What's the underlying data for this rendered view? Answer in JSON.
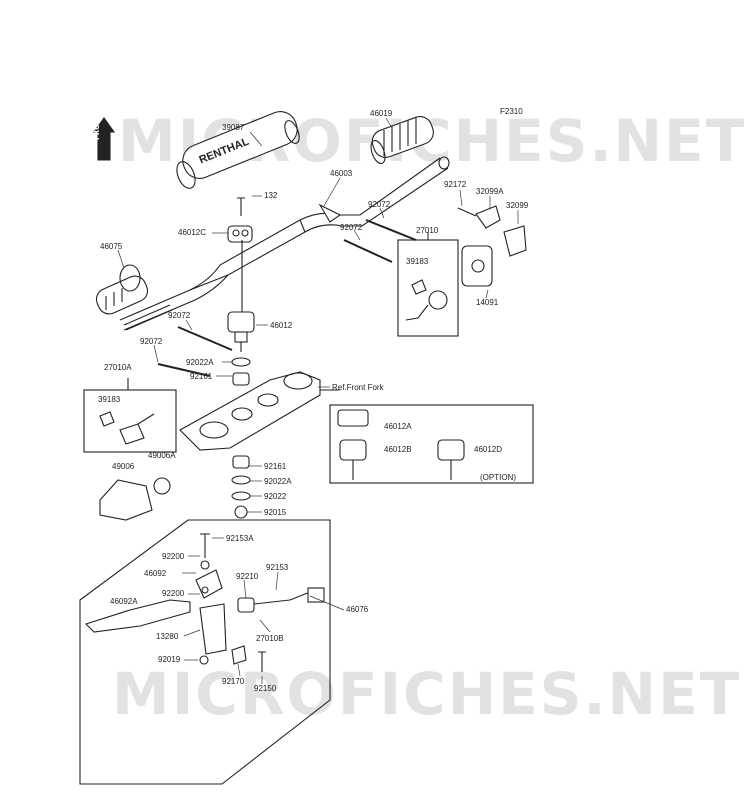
{
  "figure_code": "F2310",
  "watermark_top": "MICROFICHES.NET",
  "watermark_bottom": "MICROFICHES.NET",
  "front_arrow_text": "FRONT",
  "grip_brand": "RENTHAL",
  "ref_note": "Ref.Front Fork",
  "option_note": "(OPTION)",
  "parts": {
    "p39087": "39087",
    "p46019": "46019",
    "p46003": "46003",
    "p132": "132",
    "p46012C": "46012C",
    "p46075": "46075",
    "p92172": "92172",
    "p32099A": "32099A",
    "p32099": "32099",
    "p92072a": "92072",
    "p92072b": "92072",
    "p27010": "27010",
    "p39183a": "39183",
    "p14091": "14091",
    "p92072c": "92072",
    "p46012": "46012",
    "p92072d": "92072",
    "p92022A": "92022A",
    "p92161": "92161",
    "p27010A": "27010A",
    "p39183b": "39183",
    "p46012A": "46012A",
    "p46012B": "46012B",
    "p46012D": "46012D",
    "p49006": "49006",
    "p49006A": "49006A",
    "p92161b": "92161",
    "p92022A2": "92022A",
    "p92022": "92022",
    "p92015": "92015",
    "p92153A": "92153A",
    "p92200a": "92200",
    "p46092": "46092",
    "p92210": "92210",
    "p92153": "92153",
    "p92200b": "92200",
    "p46092A": "46092A",
    "p46076": "46076",
    "p13280": "13280",
    "p27010B": "27010B",
    "p92019": "92019",
    "p92170": "92170",
    "p92150": "92150"
  }
}
